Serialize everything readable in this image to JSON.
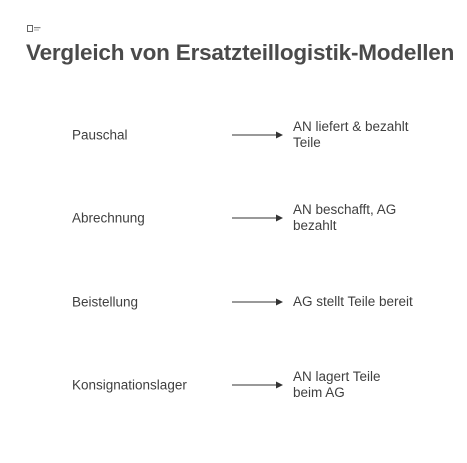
{
  "title": "Vergleich von Ersatzteillogistik-Modellen",
  "logo": {
    "icon": "brand-logo-icon"
  },
  "models": [
    {
      "name": "Pauschal",
      "description": "AN liefert & bezahlt Teile"
    },
    {
      "name": "Abrechnung",
      "description": "AN beschafft, AG bezahlt"
    },
    {
      "name": "Beistellung",
      "description": "AG stellt Teile bereit"
    },
    {
      "name": "Konsignationslager",
      "description": "AN lagert Teile beim AG"
    }
  ],
  "colors": {
    "text": "#3f3f3f",
    "title": "#4a4a4a",
    "arrow": "#333333"
  }
}
